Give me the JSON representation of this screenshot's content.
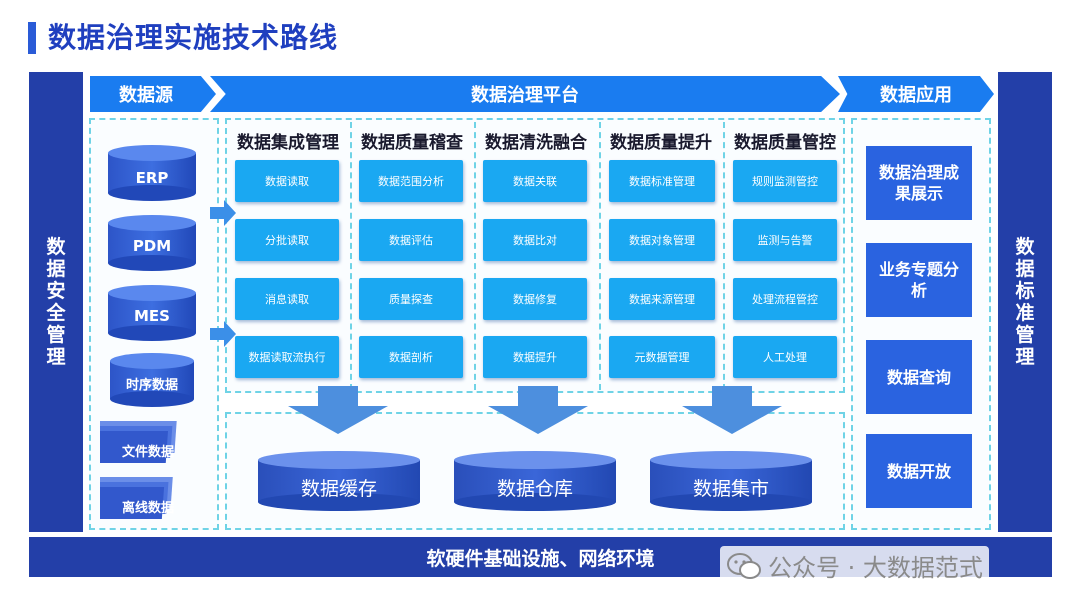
{
  "title": "数据治理实施技术路线",
  "left_panel": "数据安全管理",
  "right_panel": "数据标准管理",
  "bottom_bar": "软硬件基础设施、网络环境",
  "banners": {
    "sources": "数据源",
    "platform": "数据治理平台",
    "apps": "数据应用"
  },
  "sources": [
    "ERP",
    "PDM",
    "MES",
    "时序数据",
    "文件数据",
    "离线数据"
  ],
  "columns": [
    {
      "header": "数据集成管理",
      "items": [
        "数据读取",
        "分批读取",
        "消息读取",
        "数据读取流执行"
      ]
    },
    {
      "header": "数据质量稽查",
      "items": [
        "数据范围分析",
        "数据评估",
        "质量探查",
        "数据剖析"
      ]
    },
    {
      "header": "数据清洗融合",
      "items": [
        "数据关联",
        "数据比对",
        "数据修复",
        "数据提升"
      ]
    },
    {
      "header": "数据质量提升",
      "items": [
        "数据标准管理",
        "数据对象管理",
        "数据来源管理",
        "元数据管理"
      ]
    },
    {
      "header": "数据质量管控",
      "items": [
        "规则监测管控",
        "监测与告警",
        "处理流程管控",
        "人工处理"
      ]
    }
  ],
  "storage": [
    "数据缓存",
    "数据仓库",
    "数据集市"
  ],
  "apps": [
    "数据治理成果展示",
    "业务专题分析",
    "数据查询",
    "数据开放"
  ],
  "watermark": "公众号 · 大数据范式",
  "colors": {
    "dark_blue": "#233fa8",
    "banner_blue": "#1a7cf0",
    "cell_blue": "#1aa8f2",
    "app_blue": "#2a63e0",
    "dashed_cyan": "#6fd3e6"
  }
}
